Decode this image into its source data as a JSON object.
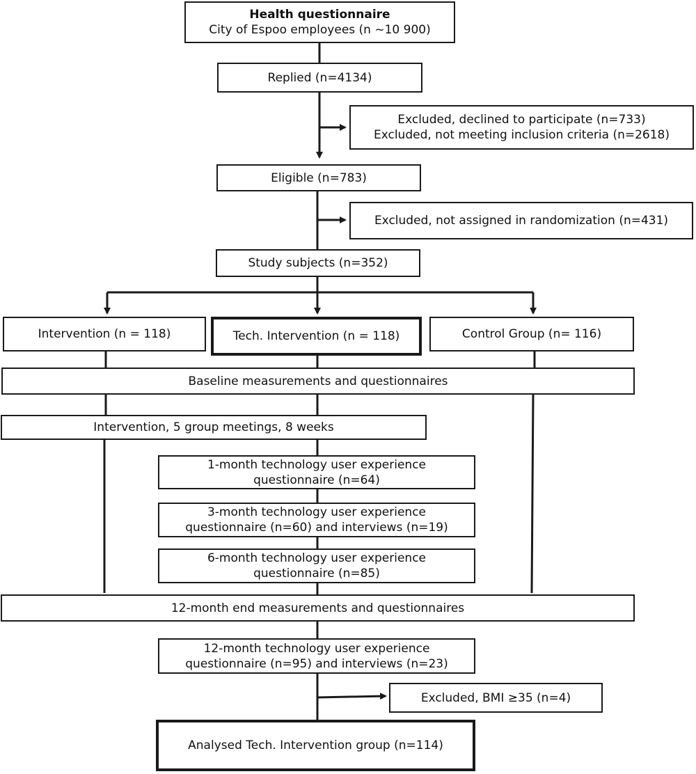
{
  "questionnaire": {
    "title": "Health questionnaire",
    "subtitle": "City of Espoo employees (n ~10 900)"
  },
  "replied": "Replied (n=4134)",
  "excluded_1": {
    "line1": "Excluded, declined to participate (n=733)",
    "line2": "Excluded, not meeting inclusion criteria (n=2618)"
  },
  "eligible": "Eligible (n=783)",
  "excluded_2": "Excluded, not assigned in randomization (n=431)",
  "study_subjects": "Study subjects (n=352)",
  "groups": {
    "intervention": "Intervention (n = 118)",
    "tech_intervention": "Tech. Intervention (n = 118)",
    "control": "Control Group (n= 116)"
  },
  "baseline": "Baseline measurements and questionnaires",
  "intervention_meetings": "Intervention, 5 group meetings, 8 weeks",
  "month1": {
    "line1": "1-month technology user experience",
    "line2": "questionnaire (n=64)"
  },
  "month3": {
    "line1": "3-month technology user experience",
    "line2": "questionnaire (n=60) and interviews (n=19)"
  },
  "month6": {
    "line1": "6-month technology user experience",
    "line2": "questionnaire (n=85)"
  },
  "end12": "12-month end measurements and questionnaires",
  "month12": {
    "line1": "12-month technology user experience",
    "line2": "questionnaire (n=95) and interviews (n=23)"
  },
  "excluded_3": "Excluded, BMI ≥35 (n=4)",
  "analysed": "Analysed Tech. Intervention group (n=114)"
}
